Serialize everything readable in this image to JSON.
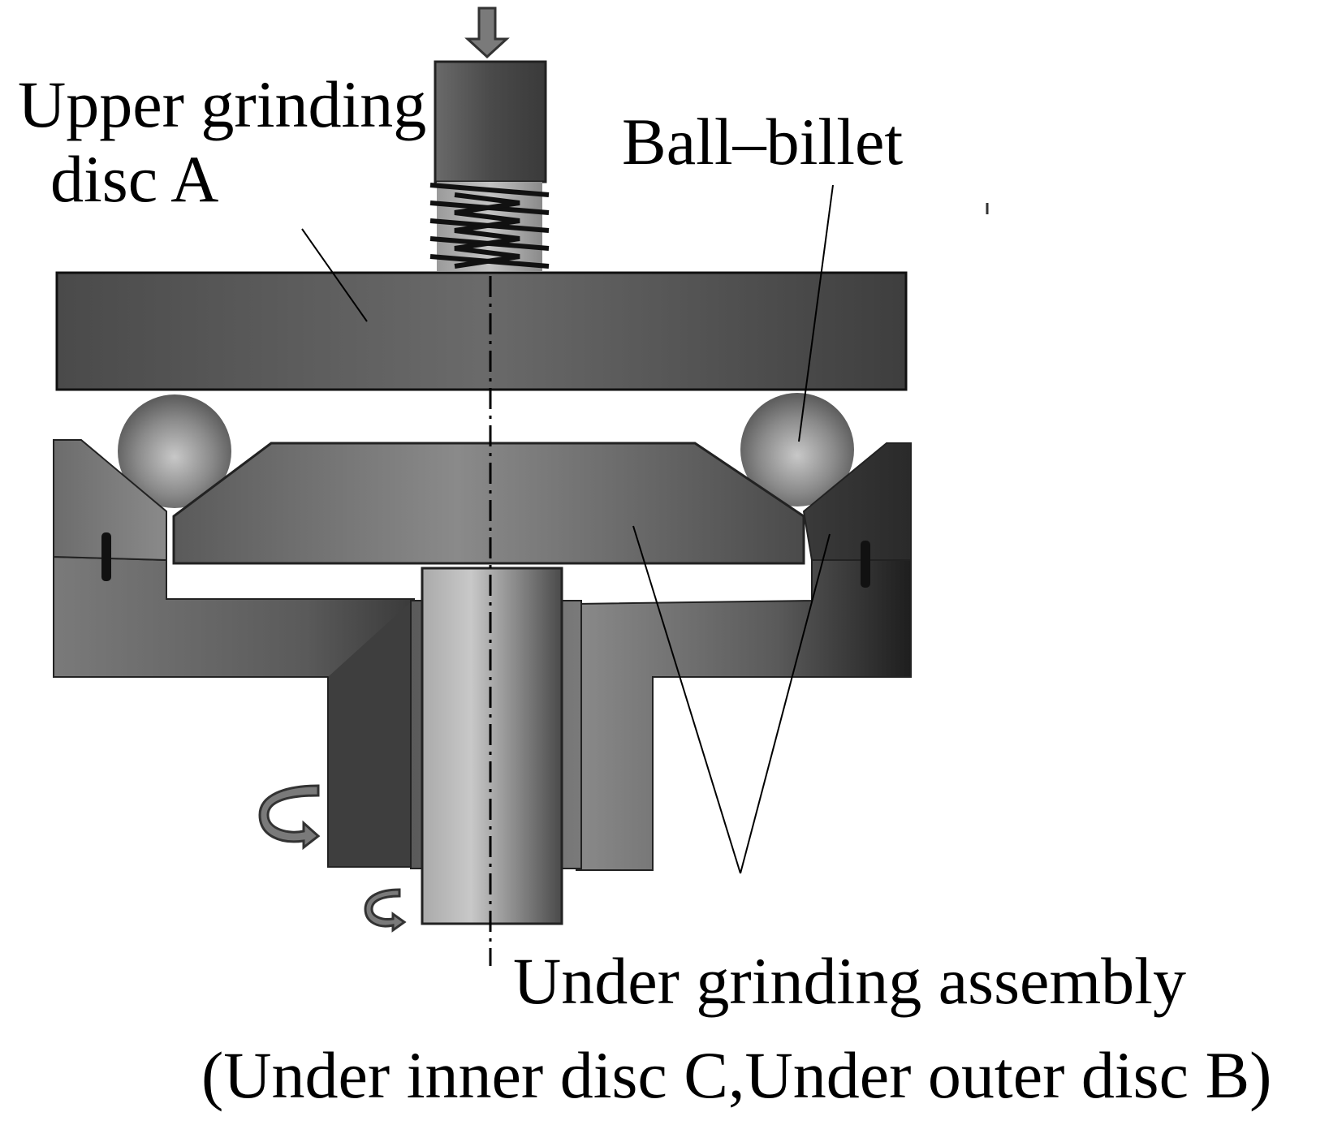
{
  "labels": {
    "upper_disc_line1": "Upper grinding",
    "upper_disc_line2": "disc A",
    "ball_billet": "Ball–billet",
    "under_assembly_line1": "Under grinding assembly",
    "under_assembly_line2": "(Under inner disc  C,Under outer  disc B)"
  },
  "colors": {
    "background": "#ffffff",
    "part_dark": "#3a3a3a",
    "part_mid": "#6f6f6f",
    "part_light": "#b8b8b8",
    "outline": "#000000"
  },
  "icons": {
    "load_arrow": "down-arrow-icon",
    "rotation_outer": "rotation-arrow-icon",
    "rotation_inner": "rotation-arrow-icon"
  }
}
